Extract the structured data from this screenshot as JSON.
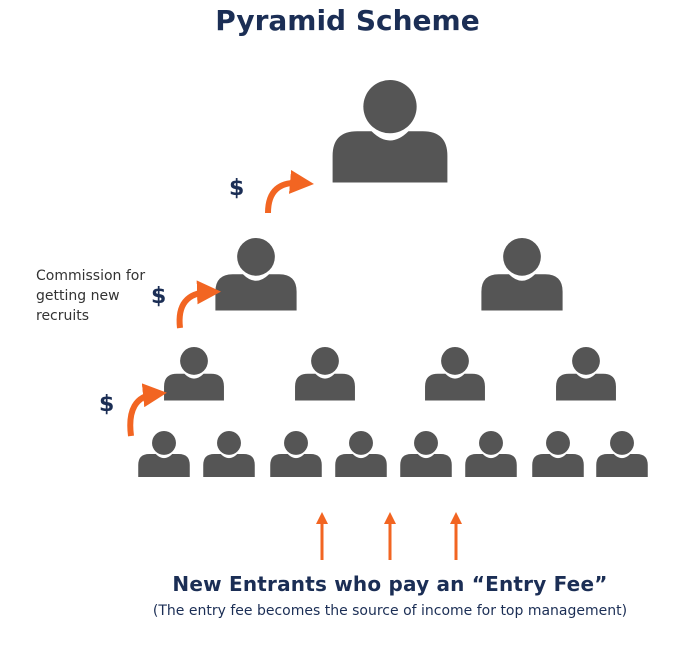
{
  "title": "Pyramid Scheme",
  "commission_label": "Commission for getting new recruits",
  "currency_symbol": "$",
  "footer": {
    "main": "New Entrants who pay an “Entry Fee”",
    "sub": "(The entry fee becomes the source of income for top management)"
  },
  "levels": [
    {
      "level": 1,
      "people": 1
    },
    {
      "level": 2,
      "people": 2
    },
    {
      "level": 3,
      "people": 4
    },
    {
      "level": 4,
      "people": 8
    }
  ],
  "colors": {
    "person": "#555555",
    "arrow": "#f26522",
    "title": "#1b2e55",
    "dollar": "#1b2e55"
  },
  "icons": [
    "person-icon",
    "curved-arrow-icon",
    "up-arrow-icon"
  ]
}
